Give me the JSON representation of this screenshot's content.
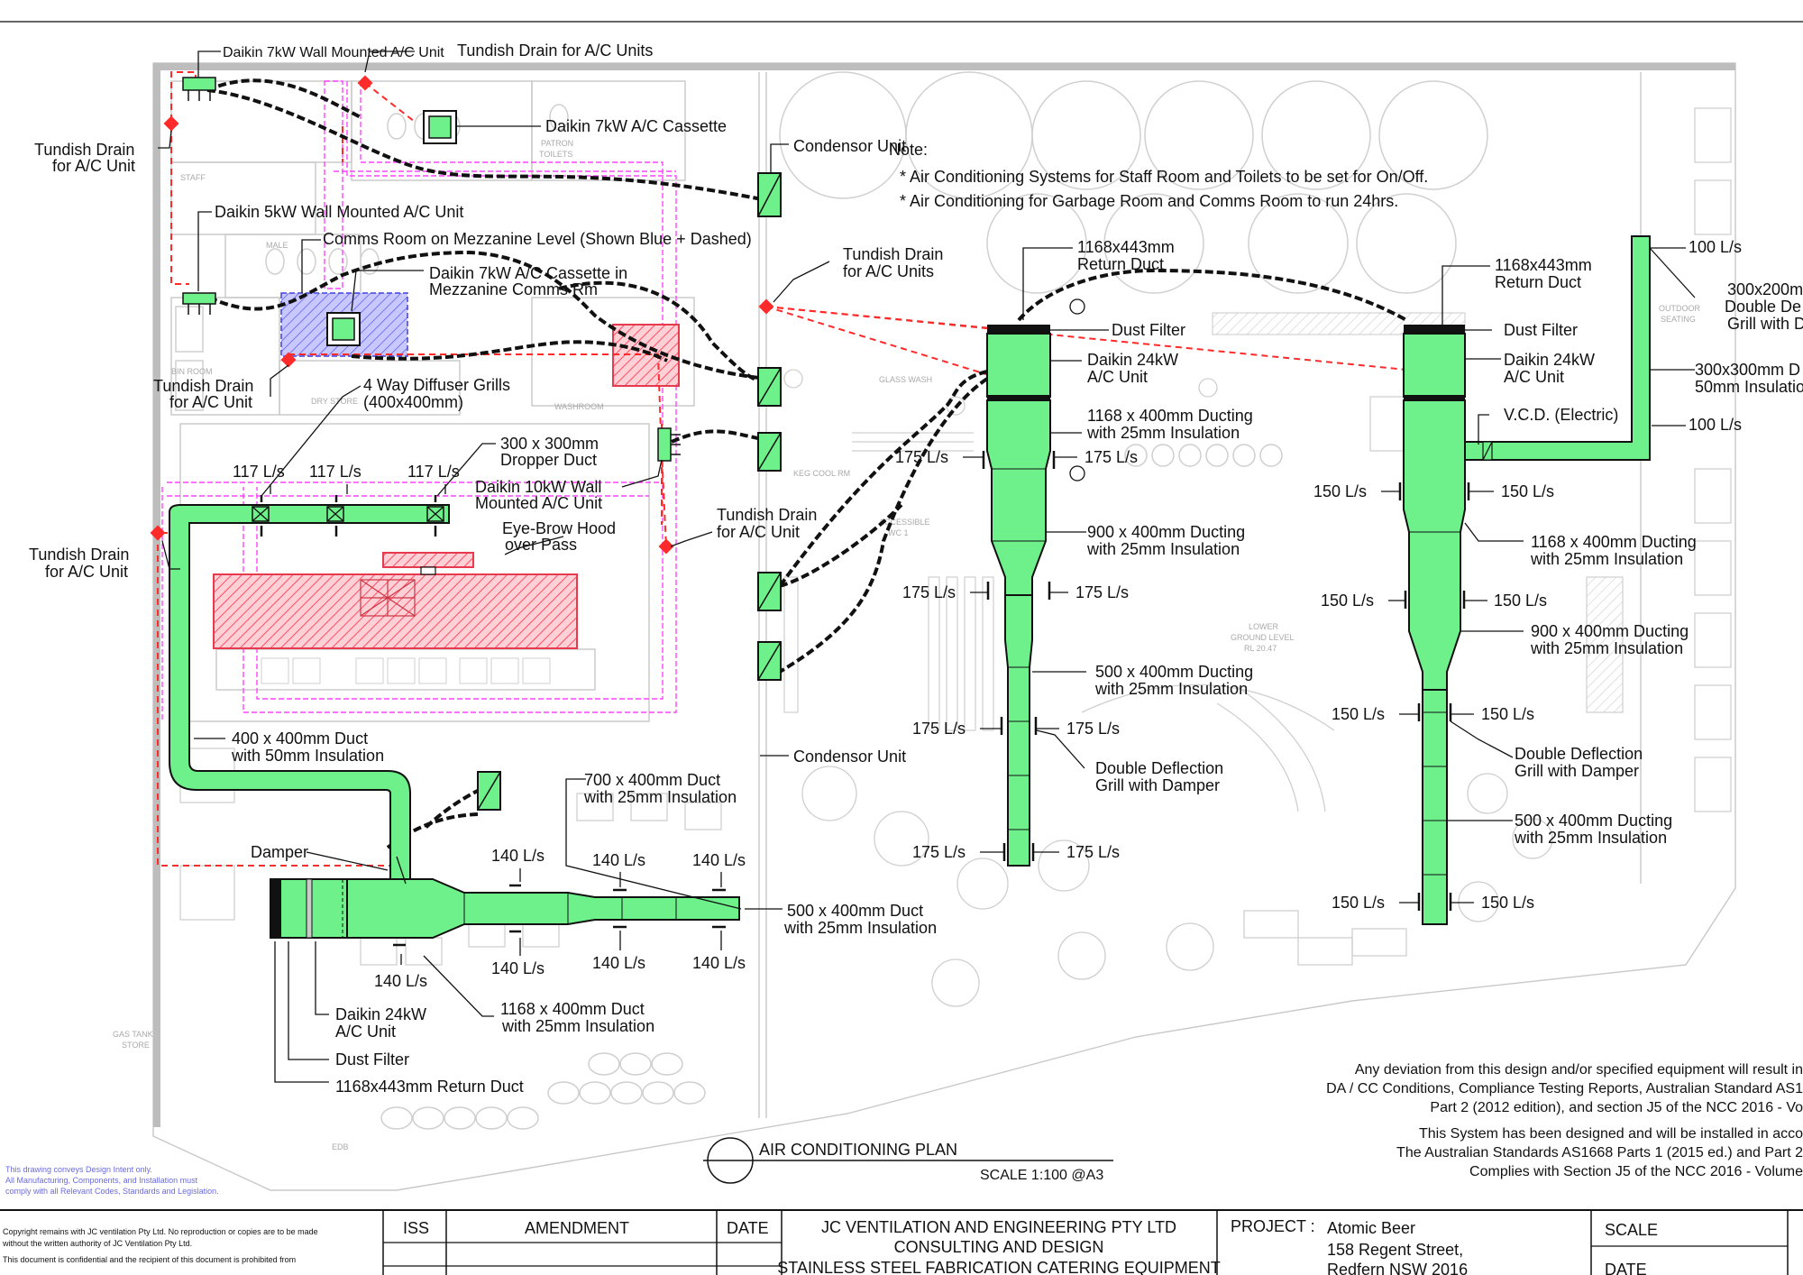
{
  "note": {
    "title": "Note:",
    "lines": [
      "* Air Conditioning Systems for Staff Room and Toilets to be set for On/Off.",
      "* Air Conditioning for Garbage Room and Comms Room to run 24hrs."
    ]
  },
  "labels": {
    "wall_7kw": "Daikin 7kW Wall Mounted A/C Unit",
    "tundish_units_top": "Tundish Drain for A/C Units",
    "cassette_7kw": "Daikin 7kW A/C Cassette",
    "tundish_a1": "Tundish Drain",
    "tundish_a2": "for A/C Unit",
    "condensor_top": "Condensor Unit",
    "wall_5kw": "Daikin 5kW Wall Mounted A/C Unit",
    "comms_room": "Comms Room on Mezzanine Level (Shown Blue + Dashed)",
    "cassette_mezz1": "Daikin 7kW A/C Cassette in",
    "cassette_mezz2": "Mezzanine Comms Rm",
    "tundish_mid1": "Tundish Drain",
    "tundish_mid2": "for A/C Units",
    "tundish_b1": "Tundish Drain",
    "tundish_b2": "for A/C Unit",
    "diffuser1": "4 Way Diffuser Grills",
    "diffuser2": "(400x400mm)",
    "dropper1": "300 x 300mm",
    "dropper2": "Dropper Duct",
    "wall_10kw1": "Daikin 10kW Wall",
    "wall_10kw2": "Mounted A/C Unit",
    "hood1": "Eye-Brow Hood",
    "hood2": "over Pass",
    "tundish_c1": "Tundish Drain",
    "tundish_c2": "for A/C Unit",
    "tundish_d1": "Tundish Drain",
    "tundish_d2": "for A/C Unit",
    "duct400_1": "400 x 400mm Duct",
    "duct400_2": "with 50mm Insulation",
    "condensor_bottom": "Condensor Unit",
    "duct700_1": "700 x 400mm Duct",
    "duct700_2": "with 25mm Insulation",
    "damper": "Damper",
    "duct500_1": "500 x 400mm Duct",
    "duct500_2": "with 25mm Insulation",
    "duct1168_1": "1168 x 400mm Duct",
    "duct1168_2": "with 25mm Insulation",
    "ac24_1": "Daikin 24kW",
    "ac24_2": "A/C Unit",
    "dust_filter": "Dust Filter",
    "return_duct_b": "1168x443mm Return Duct",
    "u2_return1": "1168x443mm",
    "u2_return2": "Return Duct",
    "u2_dust": "Dust Filter",
    "u2_ac1": "Daikin 24kW",
    "u2_ac2": "A/C Unit",
    "u2_d1168_1": "1168 x 400mm Ducting",
    "u2_d1168_2": "with 25mm Insulation",
    "u2_d900_1": "900 x 400mm Ducting",
    "u2_d900_2": "with 25mm Insulation",
    "u2_d500_1": "500 x 400mm Ducting",
    "u2_d500_2": "with 25mm Insulation",
    "u2_grill1": "Double Deflection",
    "u2_grill2": "Grill with Damper",
    "u3_return1": "1168x443mm",
    "u3_return2": "Return Duct",
    "u3_dust": "Dust Filter",
    "u3_ac1": "Daikin 24kW",
    "u3_ac2": "A/C Unit",
    "u3_vcd": "V.C.D. (Electric)",
    "u3_d1168_1": "1168 x 400mm Ducting",
    "u3_d1168_2": "with 25mm Insulation",
    "u3_d900_1": "900 x 400mm Ducting",
    "u3_d900_2": "with 25mm Insulation",
    "u3_grill1": "Double Deflection",
    "u3_grill2": "Grill with Damper",
    "u3_d500_1": "500 x 400mm Ducting",
    "u3_d500_2": "with 25mm Insulation",
    "r_100a": "100 L/s",
    "r_100b": "100 L/s",
    "r_dd1": "300x200m",
    "r_dd2": "Double De",
    "r_dd3": "Grill with D",
    "r_ins1": "300x300mm D",
    "r_ins2": "50mm Insulatio"
  },
  "flows": {
    "f117": "117 L/s",
    "f140": "140 L/s",
    "f175": "175 L/s",
    "f150": "150 L/s"
  },
  "room_text": {
    "patron1": "PATRON",
    "patron2": "TOILETS",
    "staff": "STAFF",
    "male": "MALE",
    "binroom": "BIN ROOM",
    "dry": "DRY STORE",
    "washroom": "WASHROOM",
    "glasswash": "GLASS WASH",
    "coolrm": "KEG COOL RM",
    "access1": "ACCESSIBLE",
    "access2": "WC 1",
    "lower1": "LOWER",
    "lower2": "GROUND LEVEL",
    "lower3": "RL 20.47",
    "outdoor1": "OUTDOOR",
    "outdoor2": "SEATING",
    "gastank1": "GAS TANK",
    "gastank2": "STORE",
    "eds": "EDB"
  },
  "title_block": {
    "plan_title": "AIR CONDITIONING PLAN",
    "scale_label": "SCALE 1:100 @A3",
    "design_note": [
      "This drawing conveys Design Intent only.",
      "All Manufacturing, Components, and Installation must",
      "comply with all Relevant Codes, Standards and Legislation."
    ],
    "deviation": [
      "Any deviation from this design and/or specified equipment will result in",
      "DA / CC Conditions, Compliance Testing Reports, Australian Standard AS1",
      "Part 2 (2012 edition), and section J5 of the NCC 2016 - Vo"
    ],
    "designed": [
      "This System has been designed and will be installed in acco",
      "The Australian Standards AS1668 Parts 1 (2015 ed.) and Part 2",
      "Complies with Section J5 of the NCC 2016 - Volume"
    ],
    "copyright": [
      "Copyright remains with JC ventilation Pty Ltd. No reproduction or copies are to be made",
      "without the written authority of JC Ventilation Pty Ltd.",
      "This document is confidential and the recipient of this document is prohibited from"
    ],
    "iss_header": "ISS",
    "amendment_header": "AMENDMENT",
    "date_header": "DATE",
    "company1": "JC VENTILATION AND ENGINEERING PTY LTD",
    "company2": "CONSULTING AND DESIGN",
    "company3": "STAINLESS STEEL FABRICATION CATERING EQUIPMENT",
    "project_label": "PROJECT :",
    "project1": "Atomic Beer",
    "project2": "158 Regent Street,",
    "project3": "Redfern NSW 2016",
    "scale_header": "SCALE",
    "date_header2": "DATE"
  },
  "colors": {
    "duct_fill": "#6ef08a",
    "drain_red": "#ff2a2a",
    "comms_blue": "#4040e0",
    "magenta": "#ff44ff",
    "hatch_red": "#ff6070"
  }
}
